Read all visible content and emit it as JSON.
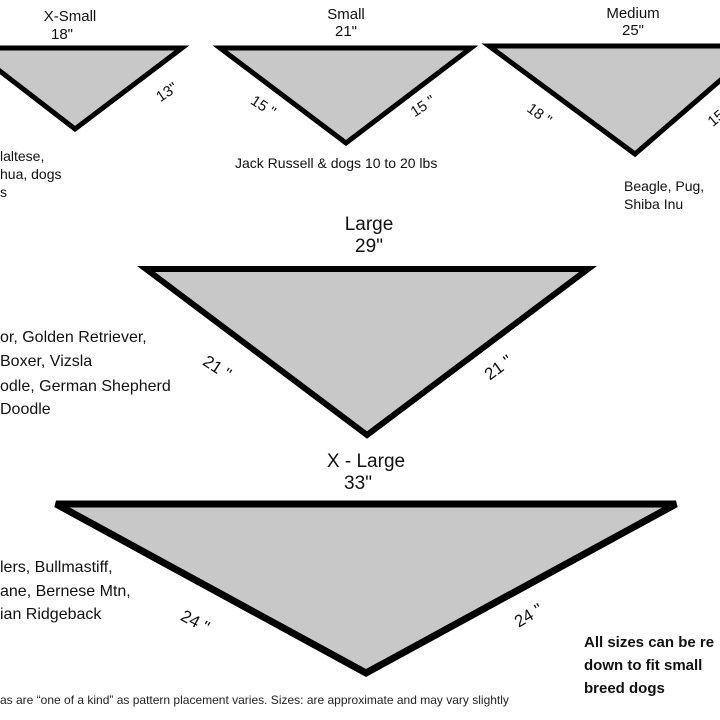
{
  "colors": {
    "fill": "#c8c8c8",
    "stroke": "#000000"
  },
  "sizes": [
    {
      "name": "X-Small",
      "width": "18\"",
      "side_right": "13\"",
      "breeds": [
        "laltese,",
        "hua, dogs",
        "s"
      ]
    },
    {
      "name": "Small",
      "width": "21\"",
      "side_left": "15 \"",
      "side_right": "15 \"",
      "breeds": [
        "Jack Russell & dogs 10 to 20 lbs"
      ]
    },
    {
      "name": "Medium",
      "width": "25\"",
      "side_left": "18 \"",
      "side_right": "15",
      "breeds": [
        "Beagle, Pug,",
        "Shiba Inu"
      ]
    },
    {
      "name": "Large",
      "width": "29\"",
      "side_left": "21 \"",
      "side_right": "21 \"",
      "breeds": [
        "or, Golden Retriever,",
        "Boxer, Vizsla",
        "odle, German Shepherd",
        "Doodle"
      ]
    },
    {
      "name": "X - Large",
      "width": "33\"",
      "side_left": "24 \"",
      "side_right": "24 \"",
      "breeds": [
        "lers, Bullmastiff,",
        "ane, Bernese Mtn,",
        "ian Ridgeback"
      ]
    }
  ],
  "note_lines": [
    "All sizes can be re",
    "down to fit small",
    "breed dogs"
  ],
  "footer": "as are “one of a kind” as pattern placement varies. Sizes: are approximate and may vary slightly"
}
